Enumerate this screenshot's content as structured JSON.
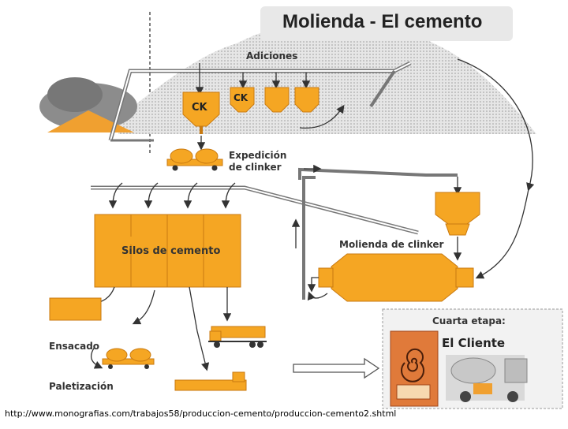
{
  "title": "Molienda - El cemento",
  "labels": {
    "adiciones": "Adiciones",
    "ck1": "CK",
    "ck2": "CK",
    "expedicion_line1": "Expedición",
    "expedicion_line2": "de clinker",
    "silos": "Silos de cemento",
    "molienda_clinker": "Molienda de clinker",
    "cuarta_etapa": "Cuarta etapa:",
    "cliente": "El Cliente",
    "ensacado": "Ensacado",
    "paletizacion": "Paletización"
  },
  "source_url": "http://www.monografias.com/trabajos58/produccion-cemento/produccion-cemento2.shtml",
  "colors": {
    "orange": "#f5a623",
    "orange_dark": "#c97a10",
    "line": "#555555",
    "grey": "#d8d8d8"
  }
}
